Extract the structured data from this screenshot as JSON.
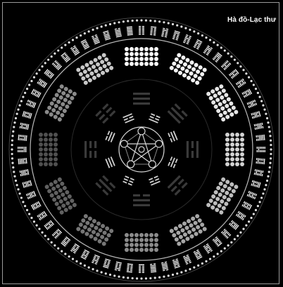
{
  "title": "Hà đồ-Lạc thư",
  "colors": {
    "background": "#000000",
    "frame": "#9a9a9a",
    "ring": "#e6e6e6",
    "dots_light": "#ffffff",
    "dots_dark": "#4a4a4a",
    "center": "#d8d8d8"
  },
  "icons": [
    "yin-yang-ring",
    "bagua-trigrams",
    "hexagram-ring",
    "pentagram-diagram",
    "dot-clusters"
  ]
}
